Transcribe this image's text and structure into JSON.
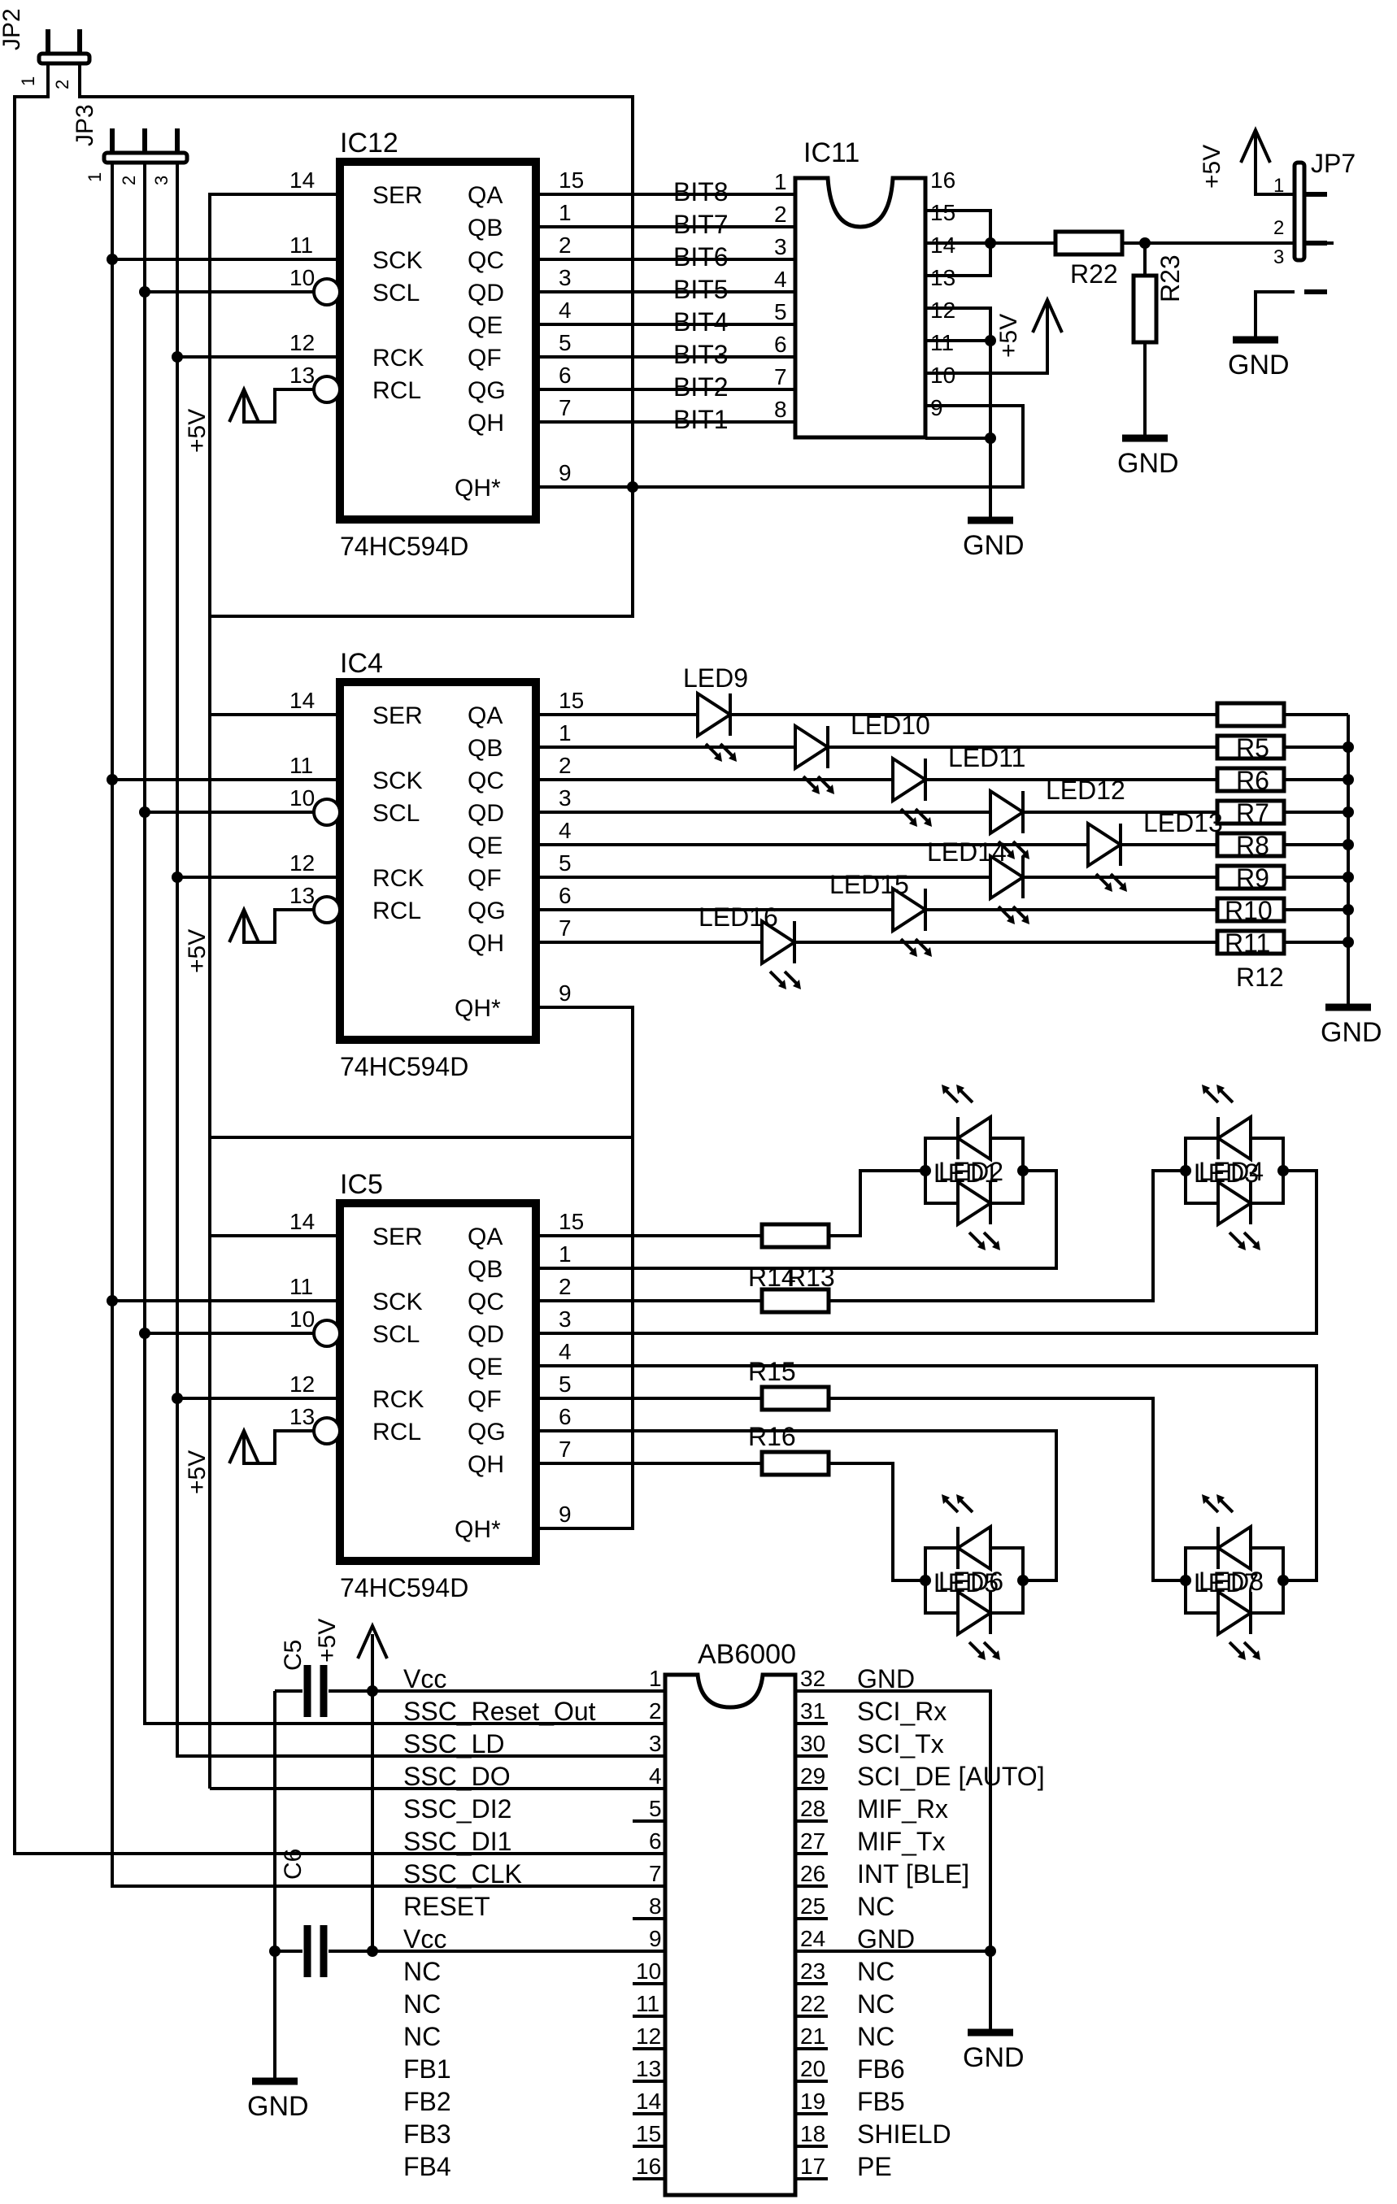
{
  "title": "AB6000 shift-register LED schematic",
  "colors": {
    "ink": "#000000",
    "paper": "#ffffff"
  },
  "connectors": {
    "jp2": {
      "ref": "JP2",
      "pins": [
        "1",
        "2"
      ]
    },
    "jp3": {
      "ref": "JP3",
      "pins": [
        "1",
        "2",
        "3"
      ]
    },
    "jp7": {
      "ref": "JP7",
      "pins": [
        "1",
        "2",
        "3"
      ]
    }
  },
  "shift_registers": [
    {
      "ref": "IC12",
      "part": "74HC594D"
    },
    {
      "ref": "IC4",
      "part": "74HC594D"
    },
    {
      "ref": "IC5",
      "part": "74HC594D"
    }
  ],
  "sr_left_pins": [
    {
      "name": "SER",
      "num": "14",
      "row": 0,
      "type": "plain"
    },
    {
      "name": "SCK",
      "num": "11",
      "row": 2,
      "type": "clock"
    },
    {
      "name": "SCL",
      "num": "10",
      "row": 3,
      "type": "inverted"
    },
    {
      "name": "RCK",
      "num": "12",
      "row": 5,
      "type": "clock"
    },
    {
      "name": "RCL",
      "num": "13",
      "row": 6,
      "type": "inverted"
    }
  ],
  "sr_right_pins": [
    {
      "name": "QA",
      "num": "15",
      "row": 0
    },
    {
      "name": "QB",
      "num": "1",
      "row": 1
    },
    {
      "name": "QC",
      "num": "2",
      "row": 2
    },
    {
      "name": "QD",
      "num": "3",
      "row": 3
    },
    {
      "name": "QE",
      "num": "4",
      "row": 4
    },
    {
      "name": "QF",
      "num": "5",
      "row": 5
    },
    {
      "name": "QG",
      "num": "6",
      "row": 6
    },
    {
      "name": "QH",
      "num": "7",
      "row": 7
    },
    {
      "name": "QH*",
      "num": "9",
      "row": 9
    }
  ],
  "power_labels": {
    "vcc": "+5V",
    "gnd": "GND"
  },
  "ic11": {
    "ref": "IC11",
    "left_pins": [
      "1",
      "2",
      "3",
      "4",
      "5",
      "6",
      "7",
      "8"
    ],
    "right_pins": [
      "16",
      "15",
      "14",
      "13",
      "12",
      "11",
      "10",
      "9"
    ],
    "bit_nets": [
      "BIT8",
      "BIT7",
      "BIT6",
      "BIT5",
      "BIT4",
      "BIT3",
      "BIT2",
      "BIT1"
    ]
  },
  "resistors_top": {
    "r22": "R22",
    "r23": "R23"
  },
  "ic4_leds": [
    {
      "ref": "LED9",
      "row": 0
    },
    {
      "ref": "LED10",
      "row": 1
    },
    {
      "ref": "LED11",
      "row": 2
    },
    {
      "ref": "LED12",
      "row": 3
    },
    {
      "ref": "LED13",
      "row": 4
    },
    {
      "ref": "LED14",
      "row": 5
    },
    {
      "ref": "LED15",
      "row": 6
    },
    {
      "ref": "LED16",
      "row": 7
    }
  ],
  "ic4_resistors": [
    "R5",
    "R6",
    "R7",
    "R8",
    "R9",
    "R10",
    "R11",
    "R12"
  ],
  "ic4_resistor_overlaps": [
    "",
    "R5",
    "R6",
    "R7",
    "R8",
    "R9",
    "R10",
    "R11"
  ],
  "ic5_resistors": {
    "r13": "R13",
    "r14": "R14",
    "r15": "R15",
    "r16": "R16"
  },
  "led_pairs": [
    {
      "labels": [
        "LED1",
        "LED2"
      ]
    },
    {
      "labels": [
        "LED3",
        "LED4"
      ]
    },
    {
      "labels": [
        "LED5",
        "LED6"
      ]
    },
    {
      "labels": [
        "LED7",
        "LED8"
      ]
    }
  ],
  "capacitors": {
    "c5": "C5",
    "c6": "C6"
  },
  "ab6000": {
    "ref": "AB6000",
    "left": [
      {
        "num": "1",
        "name": "Vcc"
      },
      {
        "num": "2",
        "name": "SSC_Reset_Out"
      },
      {
        "num": "3",
        "name": "SSC_LD"
      },
      {
        "num": "4",
        "name": "SSC_DO"
      },
      {
        "num": "5",
        "name": "SSC_DI2"
      },
      {
        "num": "6",
        "name": "SSC_DI1"
      },
      {
        "num": "7",
        "name": "SSC_CLK"
      },
      {
        "num": "8",
        "name": "RESET"
      },
      {
        "num": "9",
        "name": "Vcc"
      },
      {
        "num": "10",
        "name": "NC"
      },
      {
        "num": "11",
        "name": "NC"
      },
      {
        "num": "12",
        "name": "NC"
      },
      {
        "num": "13",
        "name": "FB1"
      },
      {
        "num": "14",
        "name": "FB2"
      },
      {
        "num": "15",
        "name": "FB3"
      },
      {
        "num": "16",
        "name": "FB4"
      }
    ],
    "right": [
      {
        "num": "32",
        "name": "GND"
      },
      {
        "num": "31",
        "name": "SCI_Rx"
      },
      {
        "num": "30",
        "name": "SCI_Tx"
      },
      {
        "num": "29",
        "name": "SCI_DE [AUTO]"
      },
      {
        "num": "28",
        "name": "MIF_Rx"
      },
      {
        "num": "27",
        "name": "MIF_Tx"
      },
      {
        "num": "26",
        "name": "INT [BLE]"
      },
      {
        "num": "25",
        "name": "NC"
      },
      {
        "num": "24",
        "name": "GND"
      },
      {
        "num": "23",
        "name": "NC"
      },
      {
        "num": "22",
        "name": "NC"
      },
      {
        "num": "21",
        "name": "NC"
      },
      {
        "num": "20",
        "name": "FB6"
      },
      {
        "num": "19",
        "name": "FB5"
      },
      {
        "num": "18",
        "name": "SHIELD"
      },
      {
        "num": "17",
        "name": "PE"
      }
    ]
  }
}
